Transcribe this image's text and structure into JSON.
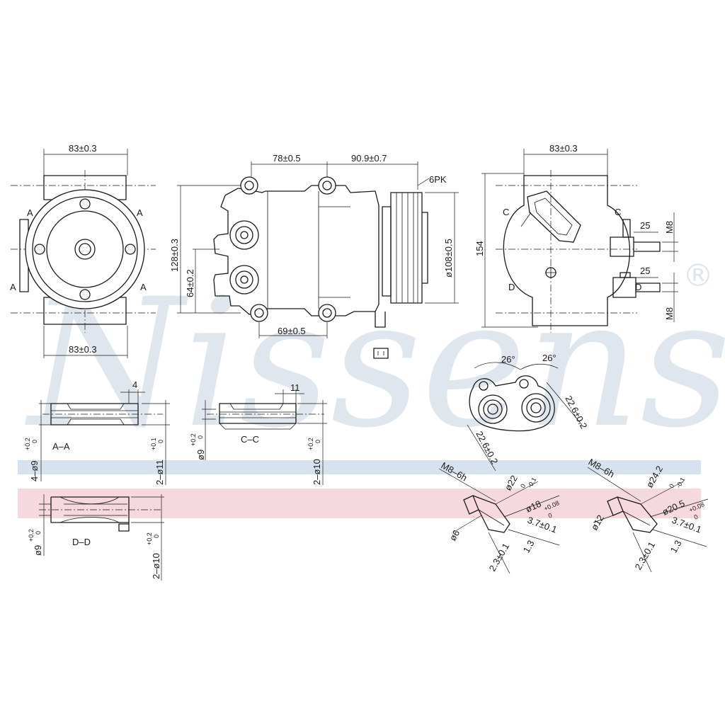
{
  "watermark": {
    "brand": "Nissens",
    "registered_mark": "®"
  },
  "colors": {
    "watermark": "#dfe6ee",
    "band_blue": "#d6e2ee",
    "band_pink": "#f5d9df",
    "line": "#1a1a1a"
  },
  "front_view": {
    "top_width": "83±0.3",
    "bottom_width": "83±0.3",
    "section_a": "A"
  },
  "side_view": {
    "len_left": "78±0.5",
    "len_right": "90.9±0.7",
    "belt": "6PK",
    "height_total": "128±0.3",
    "height_port": "64±0.2",
    "bottom_len": "69±0.5",
    "pulley_dia": "ø108±0.5"
  },
  "rear_view": {
    "top_width": "83±0.3",
    "height": "154",
    "port_c_len": "25",
    "port_d_len": "25",
    "thread": "M8",
    "section_c": "C",
    "section_d": "D"
  },
  "section_aa": {
    "label": "A–A",
    "thickness": "4",
    "dia_small": "4–ø9",
    "dia_small_tol_up": "+0.2",
    "dia_small_tol_lo": "0",
    "dia_large": "2–ø11",
    "dia_large_tol_up": "+0.1",
    "dia_large_tol_lo": "0"
  },
  "section_cc": {
    "label": "C–C",
    "thickness": "11",
    "dia_small": "ø9",
    "dia_small_tol_up": "+0.2",
    "dia_small_tol_lo": "0",
    "dia_large": "2–ø10",
    "dia_large_tol_up": "+0.2",
    "dia_large_tol_lo": "0"
  },
  "section_dd": {
    "label": "D–D",
    "dia_small": "ø9",
    "dia_small_tol_up": "+0.2",
    "dia_small_tol_lo": "0",
    "dia_large": "2–ø10",
    "dia_large_tol_up": "+0.2",
    "dia_large_tol_lo": "0"
  },
  "flange_view": {
    "angle_left": "26°",
    "angle_right": "26°",
    "dist_right": "22.6±0.2",
    "dist_left": "22.6±0.2"
  },
  "port_detail_left": {
    "thread": "M8–6h",
    "dia_outer": "ø22",
    "dia_outer_tol_up": "0",
    "dia_outer_tol_lo": "-0.1",
    "dia_mid": "ø18",
    "dia_mid_tol_up": "+0.08",
    "dia_mid_tol_lo": "0",
    "depth": "3.7±0.1",
    "step": "2.3±0.1",
    "inner": "1.3",
    "dia_bore": "ø6"
  },
  "port_detail_right": {
    "thread": "M8–6h",
    "dia_outer": "ø24.2",
    "dia_outer_tol_up": "0",
    "dia_outer_tol_lo": "-0.1",
    "dia_mid": "ø20.5",
    "dia_mid_tol_up": "+0.08",
    "dia_mid_tol_lo": "0",
    "depth": "3.7±0.1",
    "step": "2.3±0.1",
    "inner": "1.3",
    "dia_bore": "ø12"
  }
}
